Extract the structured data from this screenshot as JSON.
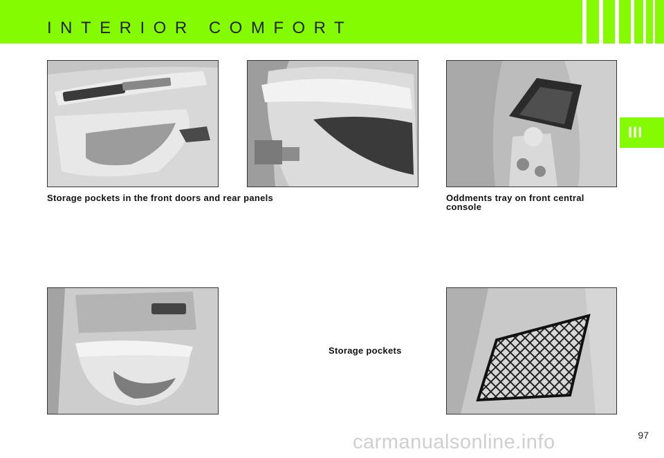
{
  "header": {
    "title": "INTERIOR COMFORT",
    "accent_color": "#84fb00"
  },
  "chapter_tab": {
    "label": "III"
  },
  "photos": [
    {
      "id": "front-door-pocket",
      "icon": "door-storage-pocket-photo"
    },
    {
      "id": "rear-panel-pocket",
      "icon": "rear-panel-pocket-photo"
    },
    {
      "id": "console-tray",
      "icon": "oddments-tray-photo"
    },
    {
      "id": "door-pocket-lower",
      "icon": "door-pocket-photo"
    },
    {
      "id": "net-pocket",
      "icon": "net-pocket-photo"
    }
  ],
  "captions": {
    "front_doors_rear_panels": "Storage pockets in the front doors and rear panels",
    "oddments_tray": "Oddments tray on front central console",
    "storage_pockets": "Storage pockets"
  },
  "footer": {
    "page_number": "97",
    "watermark": "carmanualsonline.info"
  }
}
